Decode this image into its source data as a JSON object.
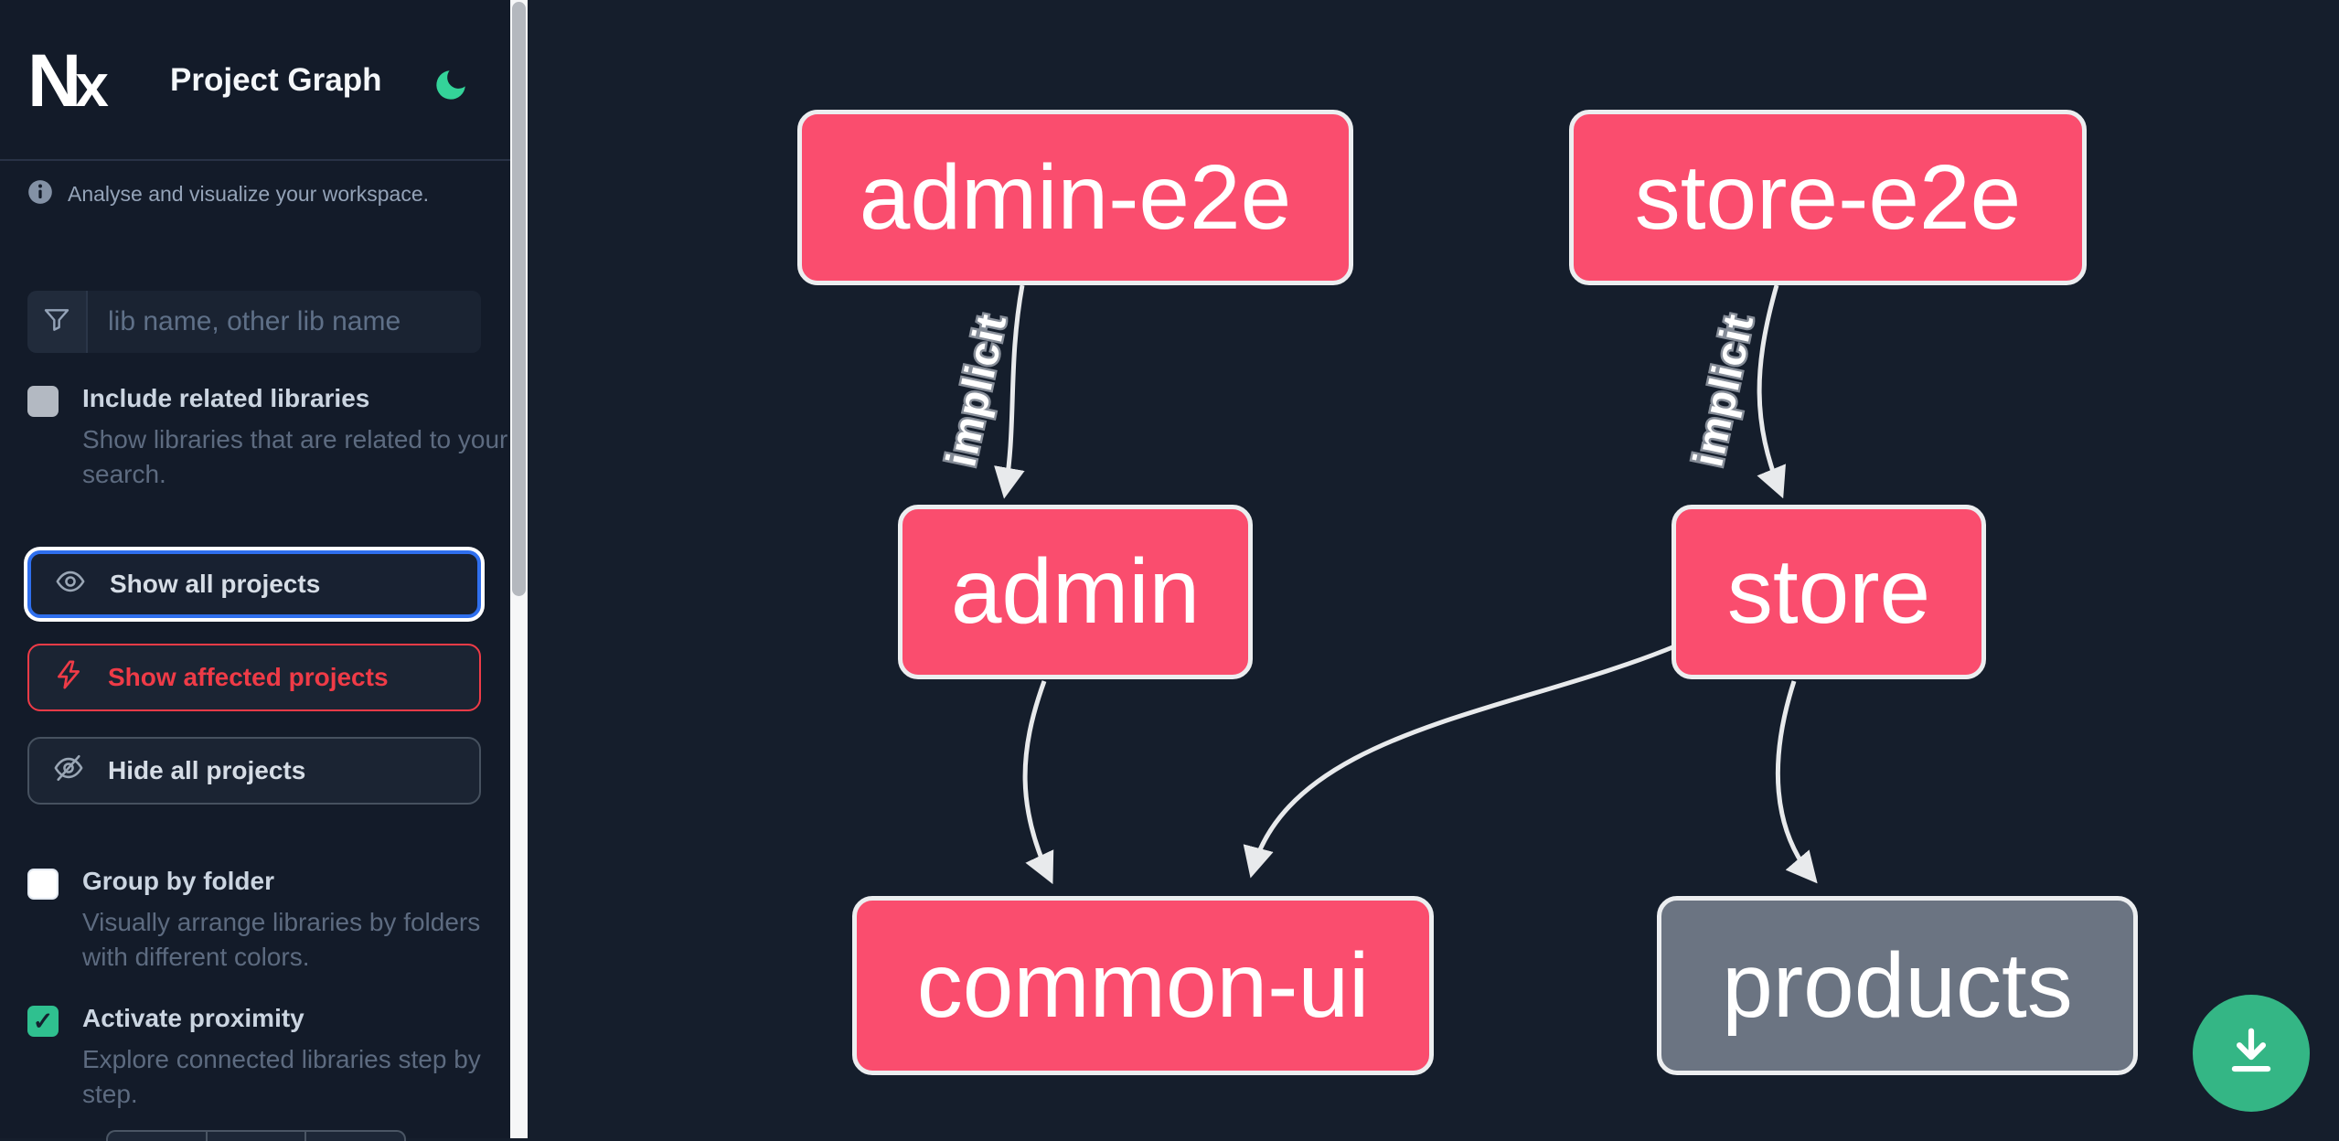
{
  "app": {
    "title": "Project Graph",
    "logo_n": "N",
    "logo_x": "x"
  },
  "sidebar": {
    "info": {
      "text": "Analyse and visualize your workspace."
    },
    "search": {
      "placeholder": "lib name, other lib name",
      "value": ""
    },
    "toggles": [
      {
        "label": "Include related libraries",
        "checked": false,
        "description": "Show libraries that are related to your search."
      },
      {
        "label": "Group by folder",
        "checked": false,
        "description": "Visually arrange libraries by folders with different colors."
      },
      {
        "label": "Activate proximity",
        "checked": true,
        "checkmark": "✓",
        "description": "Explore connected libraries step by step."
      }
    ],
    "actions": [
      {
        "label": "Show all projects",
        "icon": "eye-icon",
        "state": "focused"
      },
      {
        "label": "Show affected projects",
        "icon": "bolt-icon",
        "state": "affected"
      },
      {
        "label": "Hide all projects",
        "icon": "eye-off-icon",
        "state": "default"
      }
    ]
  },
  "graph": {
    "nodes": [
      {
        "id": "admin-e2e",
        "label": "admin-e2e",
        "color": "pink"
      },
      {
        "id": "store-e2e",
        "label": "store-e2e",
        "color": "pink"
      },
      {
        "id": "admin",
        "label": "admin",
        "color": "pink"
      },
      {
        "id": "store",
        "label": "store",
        "color": "pink"
      },
      {
        "id": "common-ui",
        "label": "common-ui",
        "color": "pink"
      },
      {
        "id": "products",
        "label": "products",
        "color": "gray"
      }
    ],
    "edges": [
      {
        "source": "admin-e2e",
        "target": "admin",
        "label": "implicit"
      },
      {
        "source": "store-e2e",
        "target": "store",
        "label": "implicit"
      },
      {
        "source": "admin",
        "target": "common-ui",
        "label": ""
      },
      {
        "source": "store",
        "target": "common-ui",
        "label": ""
      },
      {
        "source": "store",
        "target": "products",
        "label": ""
      }
    ]
  },
  "colors": {
    "sidebar_bg": "#131b29",
    "graph_bg": "#151e2c",
    "node_pink": "#fa4d6e",
    "node_gray": "#6b7482",
    "node_border": "#eceef0",
    "edge": "#e8eaec",
    "accent_blue": "#2f6fee",
    "affected_red": "#ef3b47",
    "success_green": "#2fc08f",
    "download_green": "#34b685",
    "moon_green": "#34d399"
  }
}
